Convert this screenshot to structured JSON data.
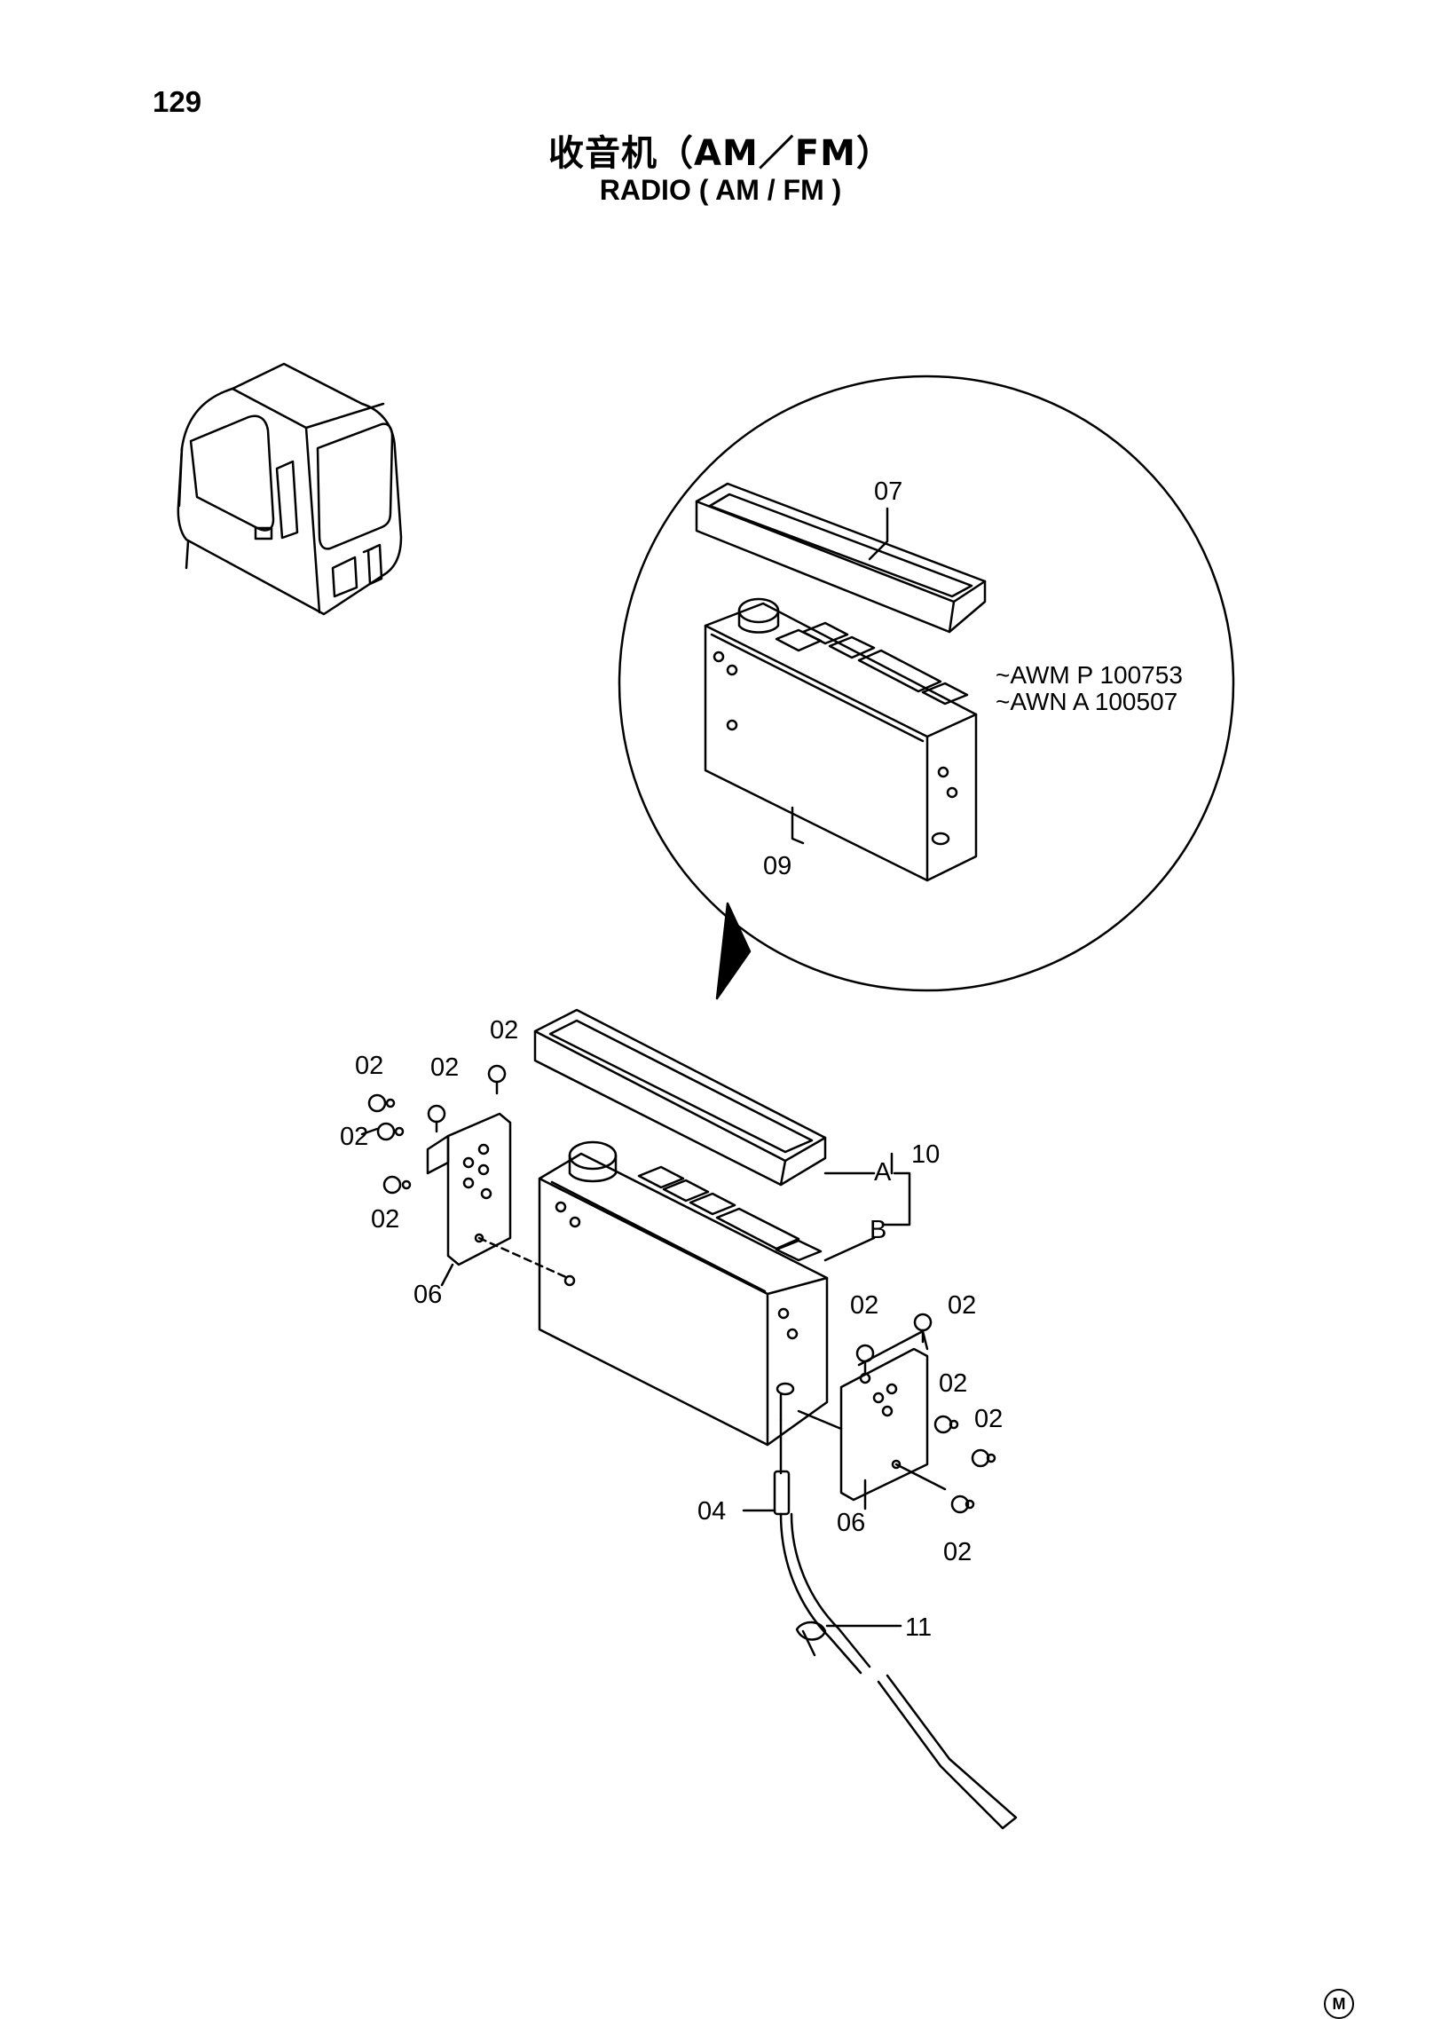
{
  "page_number": "129",
  "title_zh": "收音机（AM／FM）",
  "title_en": "RADIO ( AM / FM )",
  "serial_notes": [
    "~AWM P 100753",
    "~AWN A 100507"
  ],
  "callouts": {
    "cover": "07",
    "radio_detail": "09",
    "screw": "02",
    "bracket": "06",
    "antenna_lead": "04",
    "assembly": "10",
    "cover_ref": "A",
    "radio_ref": "B",
    "clamp": "11"
  },
  "manufacturer_mark": "M"
}
